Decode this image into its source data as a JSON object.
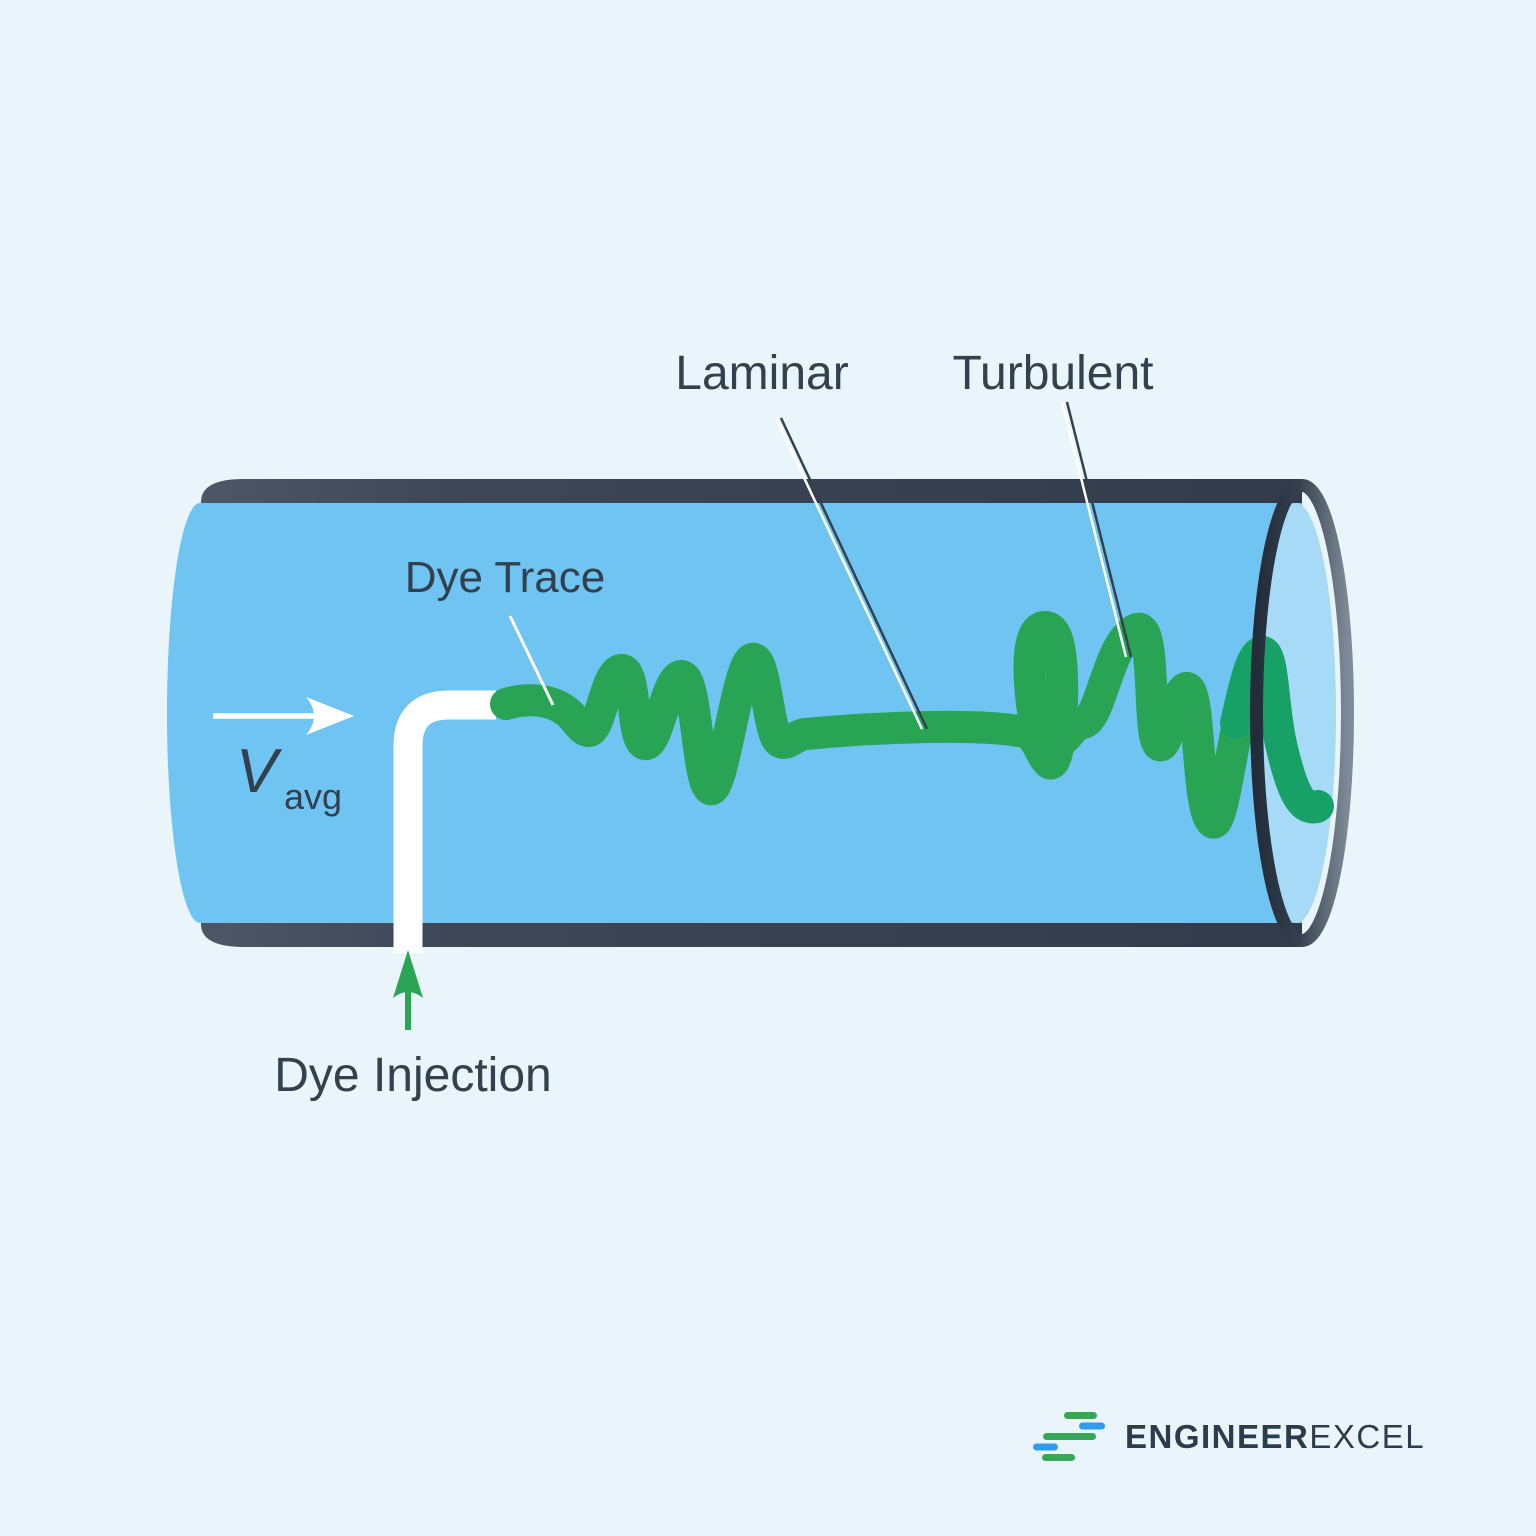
{
  "figure": {
    "description": "Dye injection experiment showing laminar and turbulent flow regimes in a pipe",
    "labels": {
      "dye_trace": "Dye Trace",
      "laminar": "Laminar",
      "turbulent": "Turbulent",
      "dye_injection": "Dye Injection",
      "velocity_symbol": "V",
      "velocity_subscript": "avg"
    },
    "colors": {
      "background": "#e9f4fb",
      "pipe_fluid": "#70c4f1",
      "pipe_wall": "#3d4756",
      "pipe_wall_light_edge": "#4d5765",
      "pipe_end_face": "#a6daf7",
      "pipe_end_rim_dark": "#232d3a",
      "pipe_end_rim_light": "#7e8a97",
      "dye_green": "#29a455",
      "dye_green_behind_face": "#18a166",
      "injection_tube_white": "#ffffff",
      "velocity_arrow_white": "#ffffff",
      "label_navy": "#33404e",
      "logo_navy": "#2c3b4e",
      "logo_green": "#35a855",
      "logo_blue": "#2f9ced"
    }
  },
  "logo": {
    "bold": "ENGINEER",
    "light": "EXCEL"
  }
}
